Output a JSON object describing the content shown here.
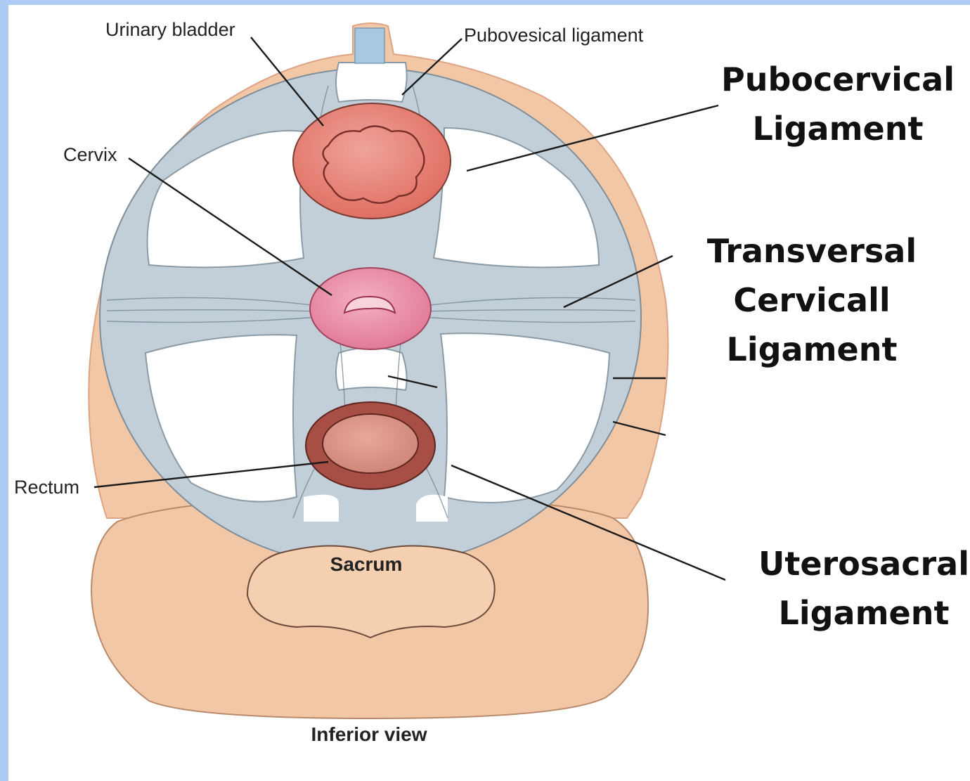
{
  "labels": {
    "urinary_bladder": "Urinary bladder",
    "pubovesical_ligament": "Pubovesical ligament",
    "cervix": "Cervix",
    "rectum": "Rectum",
    "sacrum": "Sacrum",
    "caption": "Inferior view",
    "pubocervical": [
      "Pubocervical",
      "Ligament"
    ],
    "transversal_cervical": [
      "Transversal",
      "Cervicall",
      "Ligament"
    ],
    "uterosacral": [
      "Uterosacral",
      "Ligament"
    ]
  },
  "colors": {
    "frame": "#aecbf4",
    "skin": "#f2c7a5",
    "ligament": "#c3cfd8",
    "bladder": "#e8857a",
    "cervix": "#e88fa6",
    "rectum_outer": "#a84f45",
    "rectum_inner": "#d99486",
    "urethra": "#a6c8e0"
  }
}
